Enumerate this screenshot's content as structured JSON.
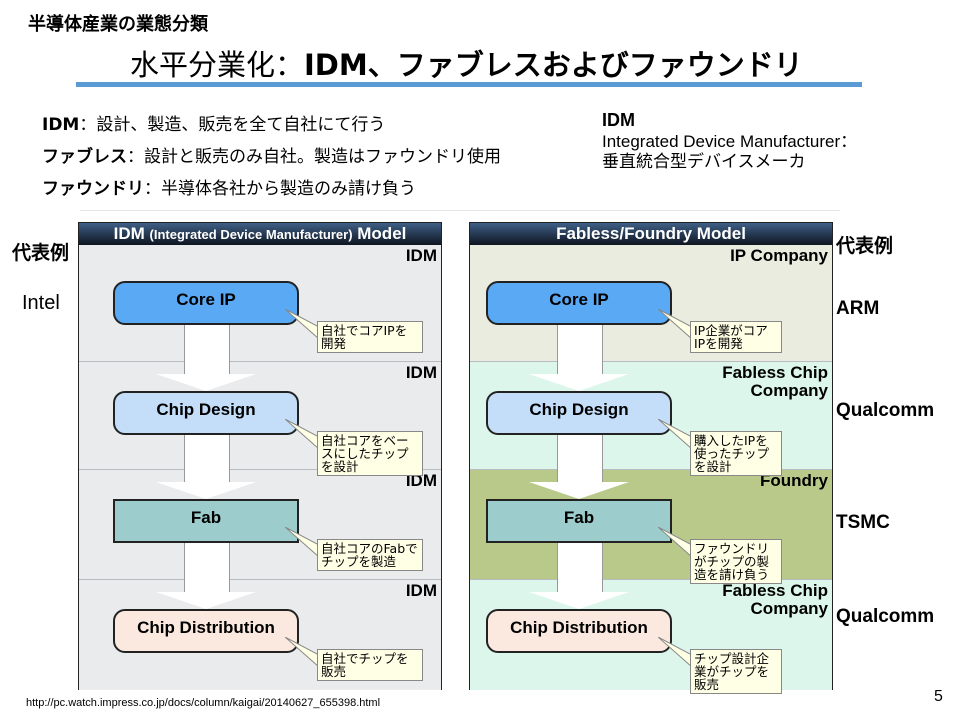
{
  "slide": {
    "subtitle": "半導体産業の業態分類",
    "title_prefix": "水平分業化：",
    "title_main": "IDM、ファブレスおよびファウンドリ",
    "accent_color": "#5b9bd5",
    "page_number": "5",
    "footer_url": "http://pc.watch.impress.co.jp/docs/column/kaigai/20140627_655398.html"
  },
  "definitions": [
    {
      "term": "IDM",
      "desc": "：設計、製造、販売を全て自社にて行う"
    },
    {
      "term": "ファブレス",
      "desc": "：設計と販売のみ自社。製造はファウンドリ使用"
    },
    {
      "term": "ファウンドリ",
      "desc": "：半導体各社から製造のみ請け負う"
    }
  ],
  "idm_note": {
    "heading": "IDM",
    "line1": "Integrated Device Manufacturer：",
    "line2": "垂直統合型デバイスメーカ"
  },
  "representative_label": "代表例",
  "idm_panel": {
    "title_main": "IDM",
    "title_paren": "(Integrated Device Manufacturer)",
    "title_tail": "Model",
    "representative": "Intel",
    "stages": [
      {
        "band": "IDM",
        "node": "Core IP",
        "callout": "自社でコアIPを開発"
      },
      {
        "band": "IDM",
        "node": "Chip Design",
        "callout": "自社コアをベースにしたチップを設計"
      },
      {
        "band": "IDM",
        "node": "Fab",
        "callout": "自社コアのFabでチップを製造"
      },
      {
        "band": "IDM",
        "node": "Chip Distribution",
        "callout": "自社でチップを販売"
      }
    ]
  },
  "fabless_panel": {
    "title": "Fabless/Foundry Model",
    "stages": [
      {
        "band_line1": "IP Company",
        "band_line2": "",
        "node": "Core IP",
        "callout": "IP企業がコアIPを開発",
        "representative": "ARM"
      },
      {
        "band_line1": "Fabless Chip",
        "band_line2": "Company",
        "node": "Chip Design",
        "callout": "購入したIPを使ったチップを設計",
        "representative": "Qualcomm"
      },
      {
        "band_line1": "Foundry",
        "band_line2": "",
        "node": "Fab",
        "callout": "ファウンドリがチップの製造を請け負う",
        "representative": "TSMC"
      },
      {
        "band_line1": "Fabless Chip",
        "band_line2": "Company",
        "node": "Chip Distribution",
        "callout": "チップ設計企業がチップを販売",
        "representative": "Qualcomm"
      }
    ]
  },
  "colors": {
    "core_ip": "#5aa9f5",
    "chip_design": "#c4defa",
    "fab": "#9ccccc",
    "chip_distribution": "#fbe9df",
    "band_ip": "#e9ecdf",
    "band_fabless": "#dcf6ec",
    "band_foundry": "#b9c98a",
    "band_idm": "#e9ebed",
    "callout": "#ffffe6"
  }
}
